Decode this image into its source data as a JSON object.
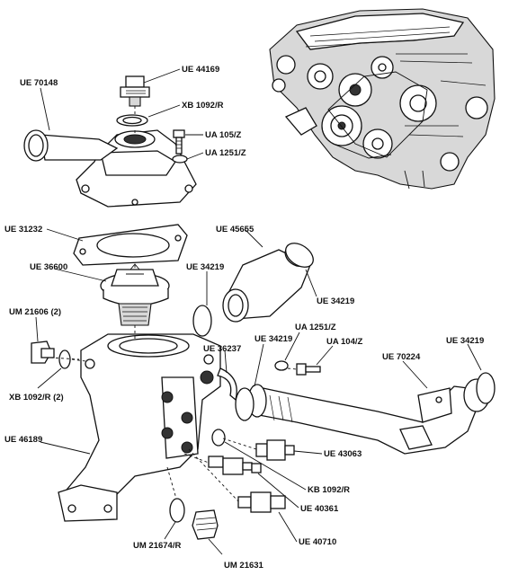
{
  "callouts": {
    "ue_70148": "UE 70148",
    "ue_44169": "UE 44169",
    "xb_1092_r": "XB 1092/R",
    "ua_105_z": "UA 105/Z",
    "ua_1251_z_top": "UA 1251/Z",
    "ue_31232": "UE 31232",
    "ue_45655": "UE 45655",
    "ue_36600": "UE 36600",
    "ue_34219_a": "UE 34219",
    "ue_34219_b": "UE 34219",
    "um_21606_2": "UM 21606 (2)",
    "ue_36237": "UE 36237",
    "ue_34219_c": "UE 34219",
    "ua_1251_z_mid": "UA 1251/Z",
    "ua_104_z": "UA 104/Z",
    "ue_70224": "UE 70224",
    "ue_34219_d": "UE 34219",
    "xb_1092_r_2": "XB 1092/R (2)",
    "ue_46189": "UE 46189",
    "ue_43063": "UE 43063",
    "kb_1092_r": "KB 1092/R",
    "ue_40361": "UE 40361",
    "ue_40710": "UE 40710",
    "um_21674_r": "UM 21674/R",
    "um_21631": "UM 21631"
  }
}
